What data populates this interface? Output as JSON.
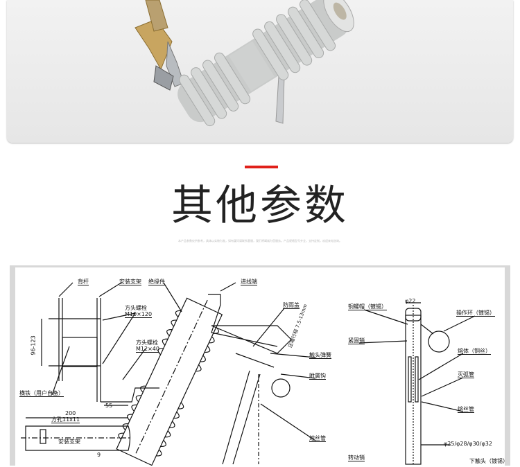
{
  "section_title": "其他参数",
  "fine_print": "本产品参数仅供参考，具体以实物为准，如有疑问请联系客服，我们将竭诚为您服务。产品规格型号齐全，支持定制，欢迎来电咨询。",
  "colors": {
    "accent": "#e0201a",
    "frame": "#d8d8d8"
  },
  "diagram_labels": {
    "left": {
      "back_pole": "背杆",
      "mount_bracket": "安装支架",
      "insulator": "绝缘件",
      "square_bolt_1": "方头螺栓",
      "bolt_1_size": "M10×120",
      "square_bolt_2": "方头螺栓",
      "bolt_2_size": "M12×40",
      "range": "96-123",
      "cross_arm": "横铁（用户自备）",
      "dim_55": "55",
      "dim_200": "200",
      "square_hole": "方孔11x11",
      "mount_bracket_2": "安装支架",
      "dim_9": "9"
    },
    "middle": {
      "inlet_terminal": "进线端",
      "rain_cover": "防雨盖",
      "stroke": "压缩行程",
      "stroke_value": "7.5-13mm",
      "contact_spring": "触头弹簧",
      "hook": "附属钩",
      "fuse_tube": "熔丝管"
    },
    "right": {
      "phi22": "φ22",
      "copper_nut": "铜螺帽（镀锡）",
      "operating_ring": "操作环（镀锡）",
      "fastening_pin": "紧固销",
      "fuse_element": "熔体（铜丝）",
      "arc_tube": "灭弧管",
      "fuse_tube": "熔丝管",
      "diameters": "φ25/φ28/φ30/φ32",
      "pivot_pin": "转动销",
      "lower_contact": "下触头（镀锡）"
    }
  }
}
